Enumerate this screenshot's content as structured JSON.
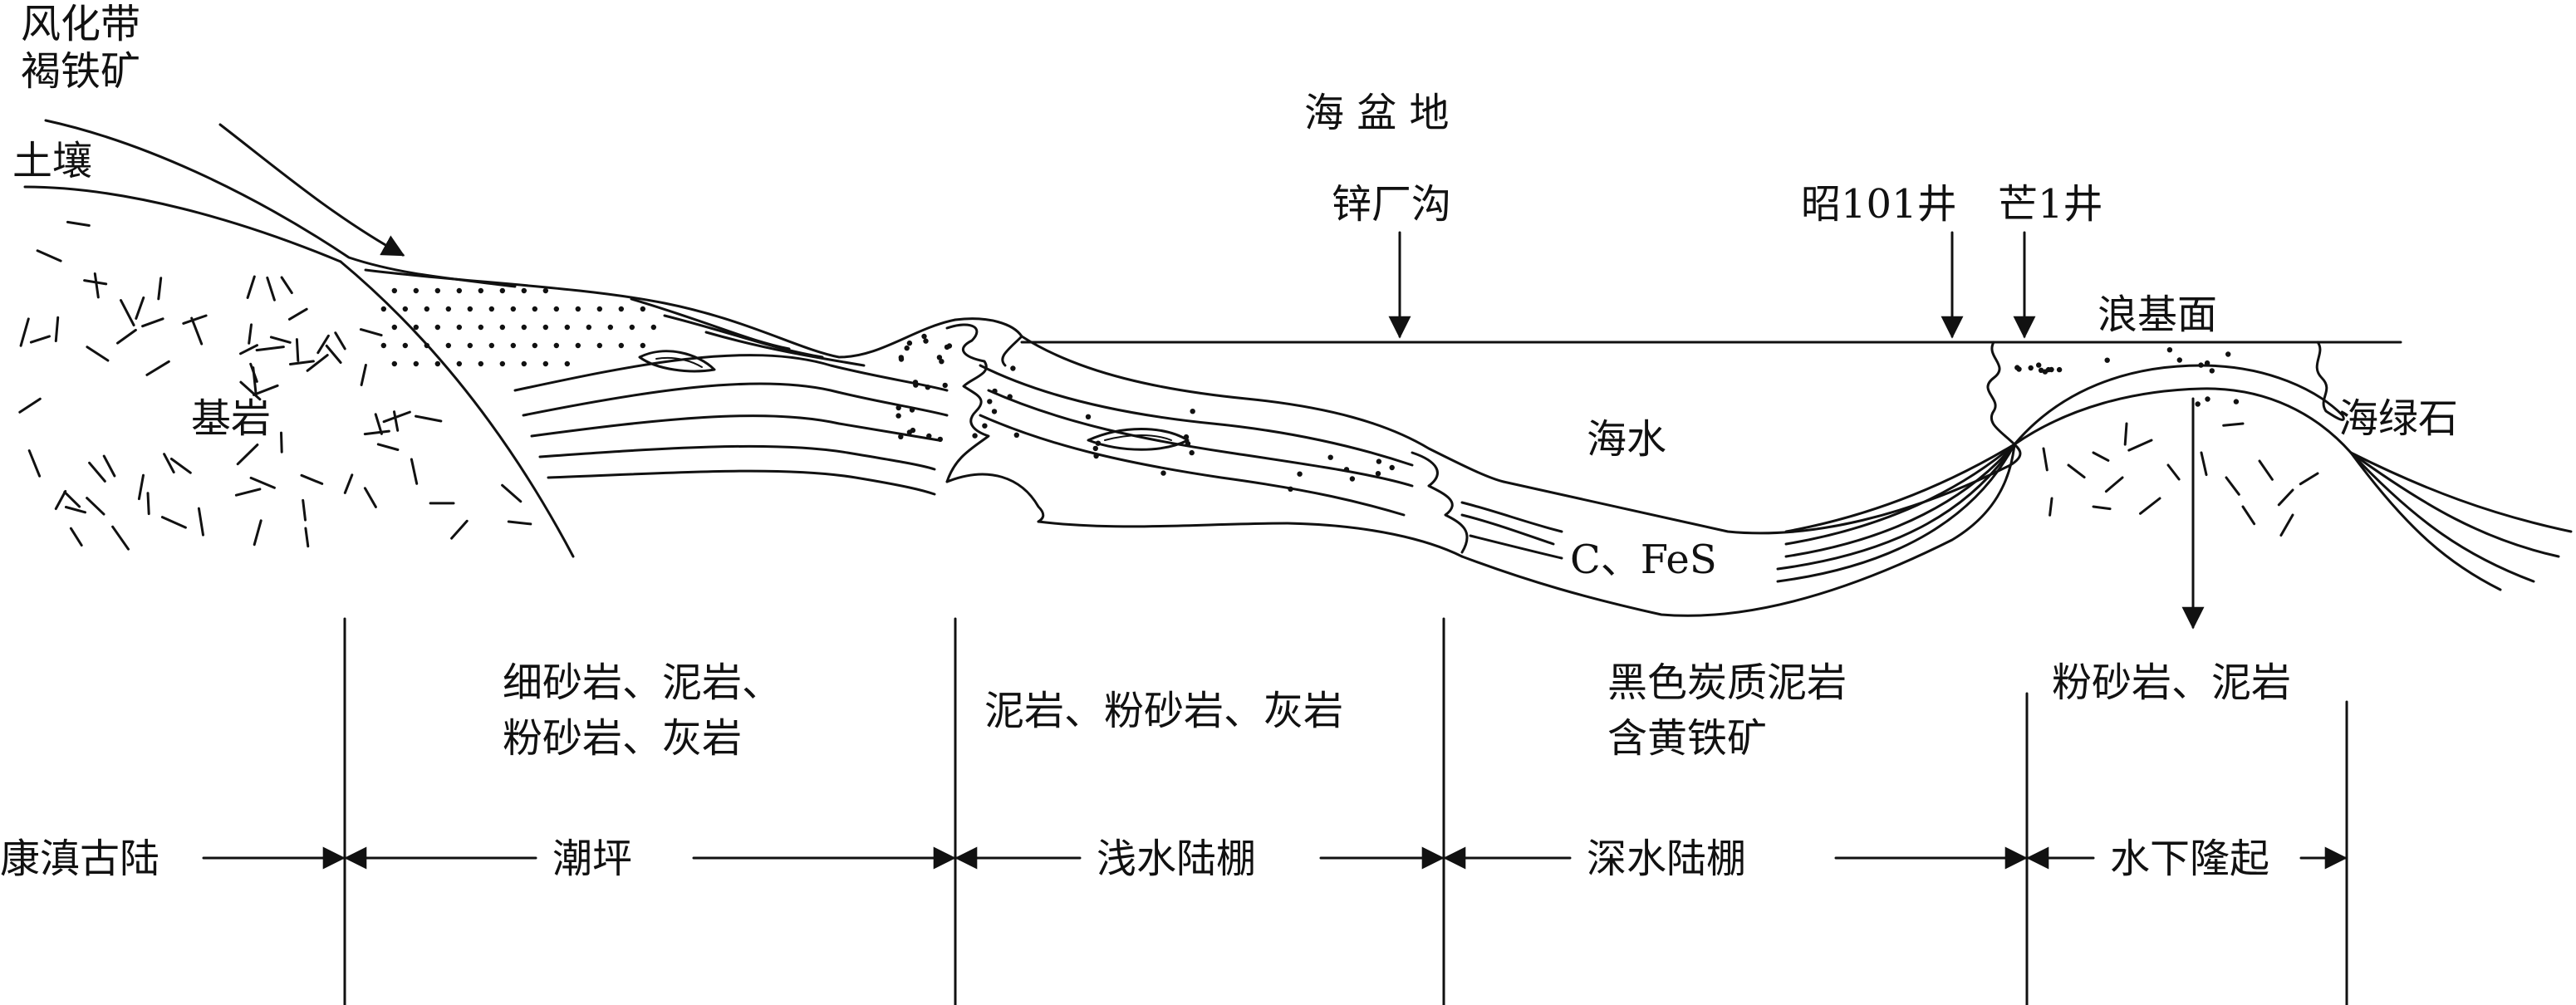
{
  "labels": {
    "weathering_line1": "风化带",
    "weathering_line2": "褐铁矿",
    "soil": "土壤",
    "bedrock": "基岩",
    "sea_basin": "海 盆 地",
    "zinc_ditch": "锌厂沟",
    "well_zhao": "昭101井",
    "well_mang": "芒1井",
    "wave_base": "浪基面",
    "seawater": "海水",
    "glauconite": "海绿石",
    "cfes": "C、FeS"
  },
  "lithology": {
    "tidal": [
      "细砂岩、泥岩、",
      "粉砂岩、灰岩"
    ],
    "shallow": [
      "泥岩、粉砂岩、灰岩"
    ],
    "deep": [
      "黑色炭质泥岩",
      "含黄铁矿"
    ],
    "uplift": [
      "粉砂岩、泥岩"
    ]
  },
  "zones": {
    "kangdian": "康滇古陆",
    "tidal_flat": "潮坪",
    "shallow_shelf": "浅水陆棚",
    "deep_shelf": "深水陆棚",
    "underwater_uplift": "水下隆起"
  },
  "colors": {
    "ink": "#111111",
    "background": "#ffffff"
  }
}
